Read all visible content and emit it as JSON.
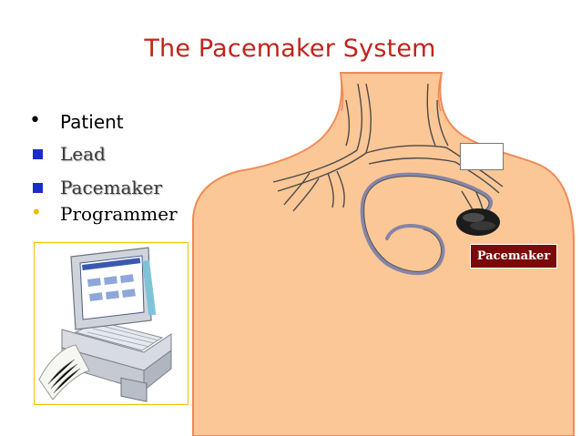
{
  "slide": {
    "title": "The Pacemaker System",
    "bullets": [
      {
        "style": "dot",
        "text": "Patient"
      },
      {
        "style": "square",
        "text": "Lead"
      },
      {
        "style": "square",
        "text": "Pacemaker"
      },
      {
        "style": "dot-yellow",
        "text": "Programmer"
      }
    ],
    "pacemaker_label": "Pacemaker",
    "colors": {
      "title": "#c0241a",
      "skin": "#fcc796",
      "skin_outline": "#f08a58",
      "lead": "#8585a6",
      "label_bg": "#7a0a0a",
      "square_bullet": "#1a2dc8",
      "yellow_bullet": "#f0b800"
    },
    "illustrations": [
      "torso-illustration",
      "pacemaker-device-icon",
      "programmer-device-image"
    ]
  }
}
